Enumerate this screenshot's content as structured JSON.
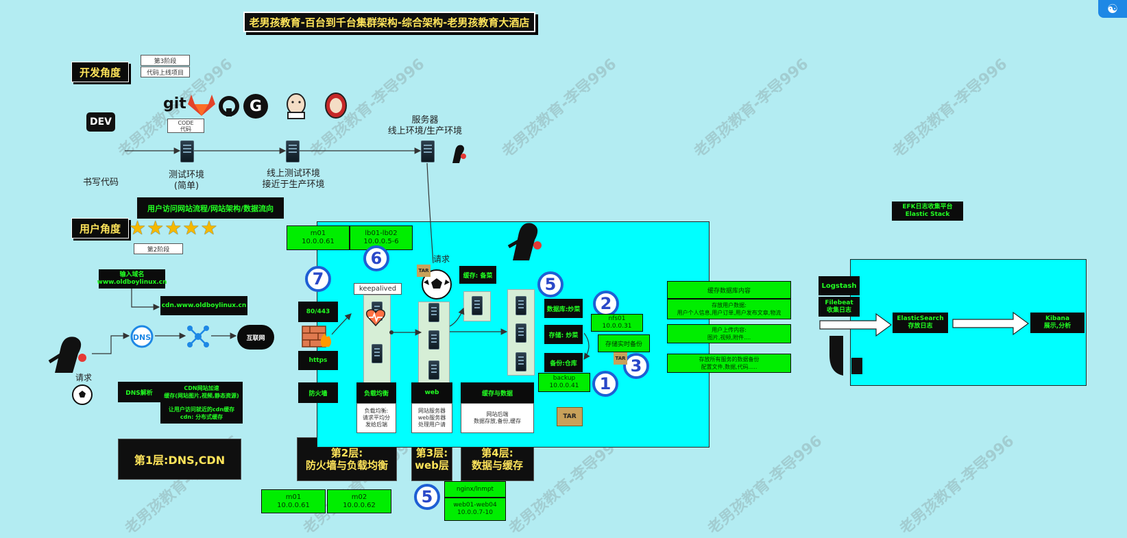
{
  "title": "老男孩教育-百台到千台集群架构-综合架构-老男孩教育大酒店",
  "watermark": "老男孩教育-李导996",
  "dev": {
    "badge": "开发角度",
    "stage_line1": "第3阶段",
    "stage_line2": "代码上线项目",
    "dev_label": "DEV",
    "git_label": "git",
    "code_line1": "CODE",
    "code_line2": "代码",
    "write_code": "书写代码",
    "test_env_line1": "测试环境",
    "test_env_line2": "(简单)",
    "online_test_line1": "线上测试环境",
    "online_test_line2": "接近于生产环境",
    "server_line1": "服务器",
    "server_line2": "线上环境/生产环境"
  },
  "user": {
    "flow_banner": "用户访问网站流程/网站架构/数据流向",
    "badge": "用户角度",
    "stars": "★★★★★",
    "stage2": "第2阶段",
    "input_domain_line1": "输入域名",
    "input_domain_line2": "www.oldboylinux.cn",
    "cdn_domain": "cdn.www.oldboylinux.cn",
    "dns_icon": "DNS",
    "internet": "互联网",
    "request_label": "请求",
    "dns_resolve": "DNS解析",
    "cdn_accel_line1": "CDN网站加速",
    "cdn_accel_line2": "缓存(网站图片,视频,静态资源)",
    "cdn_near_line1": "让用户访问就近的cdn缓存",
    "cdn_near_line2": "cdn: 分布式缓存"
  },
  "layers": {
    "layer1": "第1层:DNS,CDN",
    "layer2_line1": "第2层:",
    "layer2_line2": "防火墙与负载均衡",
    "layer3_line1": "第3层:",
    "layer3_line2": "web层",
    "layer4_line1": "第4层:",
    "layer4_line2": "数据与缓存"
  },
  "cluster": {
    "m01_name": "m01",
    "m01_ip": "10.0.0.61",
    "lb_name": "lb01-lb02",
    "lb_ip": "10.0.0.5-6",
    "num6": "6",
    "num7": "7",
    "request_label": "请求",
    "keepalived": "keepalived",
    "port": "80/443",
    "https": "https",
    "cache_label": "缓存: 备菜",
    "db_label": "数据库:炒菜",
    "storage_label": "存储: 炒菜",
    "backup_label": "备份:仓库",
    "nfs_name": "nfs01",
    "nfs_ip": "10.0.0.31",
    "realtime_backup": "存储实时备份",
    "backup_name": "backup",
    "backup_ip": "10.0.0.41",
    "num5": "5",
    "num2": "2",
    "num3": "3",
    "num1": "1",
    "firewall": "防火墙",
    "lb_title": "负载均衡",
    "lb_desc_line1": "负载均衡:",
    "lb_desc_line2": "请求平均分",
    "lb_desc_line3": "发给后端",
    "web_title": "web",
    "web_desc_line1": "网站服务器",
    "web_desc_line2": "web服务器",
    "web_desc_line3": "处理用户请",
    "data_title": "缓存与数据",
    "data_desc_line1": "网站后端",
    "data_desc_line2": "数据存放,备份,缓存",
    "tar_label": "TAR"
  },
  "notes": {
    "cache_line1": "缓存数据库内容",
    "db_line1": "存放用户数据:",
    "db_line2": "用户个人信息,用户订单,用户发布文章,物流",
    "upload_line1": "用户上传内容:",
    "upload_line2": "图片,视频,附件....",
    "backup_line1": "存放所有服务的数据备份",
    "backup_line2": "配置文件,数据,代码....."
  },
  "bottom": {
    "m01_name": "m01",
    "m01_ip": "10.0.0.61",
    "m02_name": "m02",
    "m02_ip": "10.0.0.62",
    "num5": "5",
    "nginx": "nginx/lnmpt",
    "web_line1": "web01-web04",
    "web_line2": "10.0.0.7-10"
  },
  "efk": {
    "title_line1": "EFK日志收集平台",
    "title_line2": "Elastic Stack",
    "logstash": "Logstash",
    "filebeat_line1": "Filebeat",
    "filebeat_line2": "收集日志",
    "es_line1": "ElasticSearch",
    "es_line2": "存放日志",
    "kibana_line1": "Kibana",
    "kibana_line2": "展示,分析"
  },
  "colors": {
    "background": "#b3ecf2",
    "cyan_panel": "#00ffff",
    "green_box": "#00ee00",
    "badge_yellow": "#ffe45a",
    "number_blue": "#1e5fd4"
  }
}
